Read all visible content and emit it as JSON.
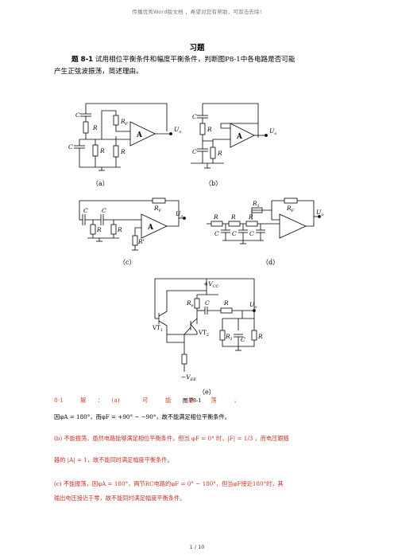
{
  "header": "传播优秀Word版文档 ，希望对您有帮助，可双击去除!",
  "title": "习题",
  "problem": {
    "label": "题 8-1",
    "text_line1": "试用相位平衡条件和幅度平衡条件，判断图P8-1中各电路是否可能",
    "text_line2": "产生正弦波振荡，简述理由。"
  },
  "circuits": {
    "a": {
      "caption": "（a）",
      "C": "C",
      "R": "R",
      "Rf": "R",
      "Rf_sub": "F",
      "out": "U",
      "out_sub": "o",
      "amp": "A"
    },
    "b": {
      "caption": "（b）",
      "C": "C",
      "R": "R",
      "out": "U",
      "out_sub": "o",
      "amp": "A"
    },
    "c": {
      "caption": "（c）",
      "C": "C",
      "R": "R",
      "R_prime": "R'",
      "Rf": "R",
      "Rf_sub": "F",
      "out": "U",
      "out_sub": "o",
      "amp": "A"
    },
    "d": {
      "caption": "（d）",
      "C": "C",
      "R": "R",
      "R1": "R",
      "R1_sub": "1",
      "Rf": "R",
      "Rf_sub": "F",
      "out": "U",
      "out_sub": "o"
    },
    "e": {
      "caption": "（e）",
      "vcc_pos": "+V",
      "vcc_sub": "CC",
      "vcc_neg": "−V",
      "vee_sub": "EE",
      "Re": "R",
      "Re_sub": "e",
      "R1": "R",
      "R1_sub": "1",
      "C": "C",
      "R": "R",
      "out": "U",
      "out_sub": "o",
      "vt1": "VT",
      "vt1_sub": "1",
      "vt2": "VT",
      "vt2_sub": "2"
    }
  },
  "figure_label": "图 P8-1",
  "answer": {
    "a_head": "8-1　　　解　　：　　(a)　　　　可　　　能　　　振　　　荡　　　，",
    "a_body": "因φA = 180°，而φF = +90° ~ −90°，故不能满足相位平衡条件。",
    "b_line1": "(b) 不能振荡，虽然电路能够满足相位平衡条件，但当 φF = 0° 时，|F| = 1/3 ，而电压跟随",
    "b_line2": "器的 |A| = 1，故不能同时满足幅度平衡条件。",
    "c_line1": "(c) 不能振荡，因φA = 180°，两节RC电路的φF = 0° ~ 180°，但当φF接近180°时，其",
    "c_line2": "输出电压接近于零，故不能同时满足幅度平衡条件。"
  },
  "footer": "1 / 10"
}
